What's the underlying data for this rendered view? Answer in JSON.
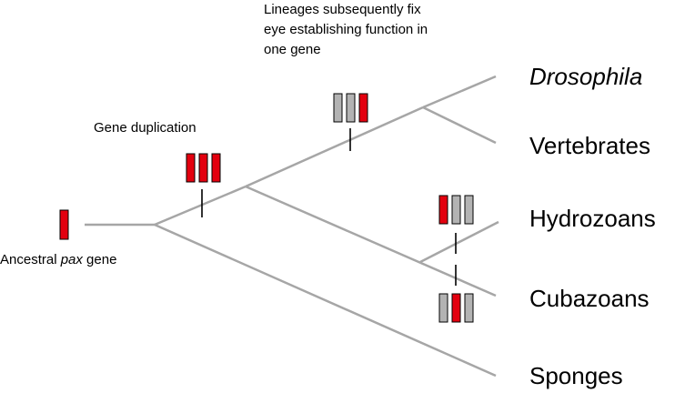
{
  "annotations": {
    "lineages_line1": "Lineages subsequently  fix",
    "lineages_line2": "eye establishing function in",
    "lineages_line3": "one gene",
    "gene_duplication": "Gene duplication",
    "ancestral_prefix": "Ancestral ",
    "ancestral_italic": "pax",
    "ancestral_suffix": " gene"
  },
  "taxa": {
    "drosophila": "Drosophila",
    "vertebrates": "Vertebrates",
    "hydrozoans": "Hydrozoans",
    "cubazoans": "Cubazoans",
    "sponges": "Sponges"
  },
  "gene_sets": {
    "ancestral": [
      "red"
    ],
    "duplication": [
      "red",
      "red",
      "red"
    ],
    "bilaterian": [
      "gray",
      "gray",
      "red"
    ],
    "hydrozoan": [
      "red",
      "gray",
      "gray"
    ],
    "cubazoan": [
      "gray",
      "red",
      "gray"
    ]
  },
  "colors": {
    "branch": "#a6a6a6",
    "gene_active": "#e3000f",
    "gene_inactive": "#b3b3b3",
    "gene_outline": "#000000",
    "tick": "#000000"
  }
}
